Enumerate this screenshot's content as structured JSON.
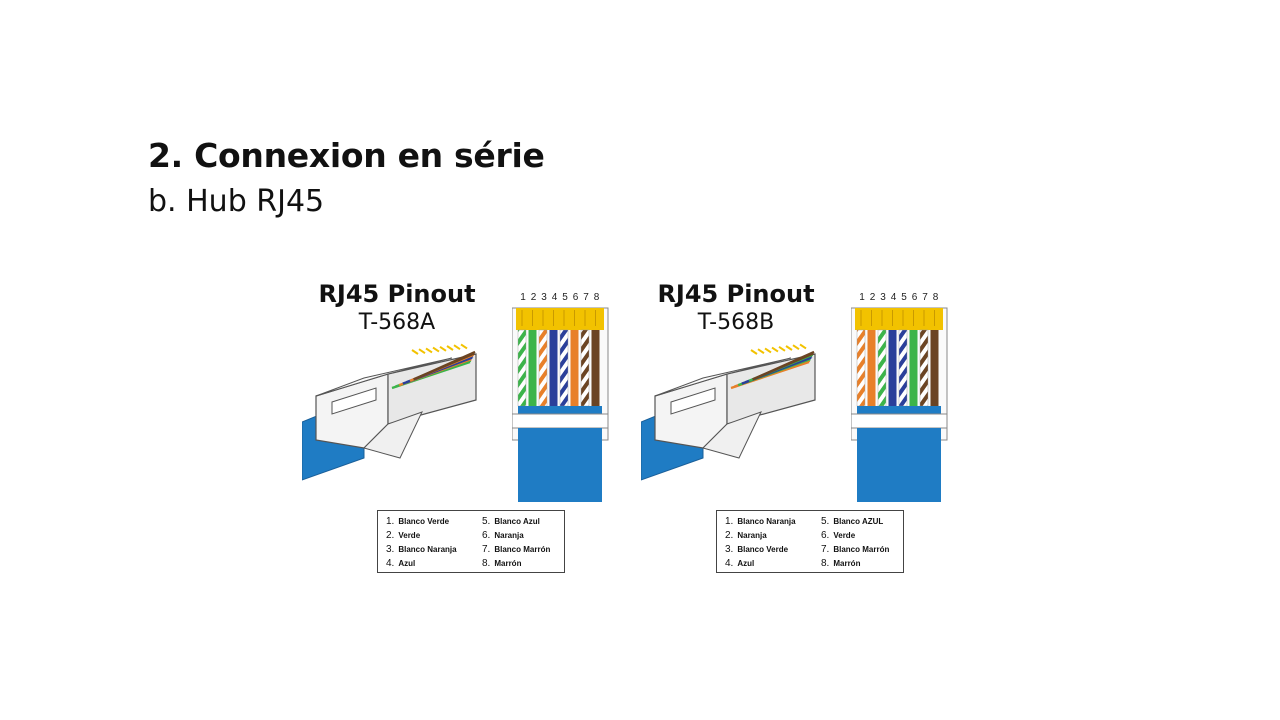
{
  "slide": {
    "title": "2. Connexion en série",
    "subtitle": "b. Hub RJ45"
  },
  "diagrams": [
    {
      "title": "RJ45 Pinout",
      "standard": "T-568A",
      "pin_numbers": [
        "1",
        "2",
        "3",
        "4",
        "5",
        "6",
        "7",
        "8"
      ],
      "wire_colors": [
        {
          "base": "#3cb44a",
          "striped": true
        },
        {
          "base": "#3cb44a",
          "striped": false
        },
        {
          "base": "#e8802a",
          "striped": true
        },
        {
          "base": "#2a3f9a",
          "striped": false
        },
        {
          "base": "#2a3f9a",
          "striped": true
        },
        {
          "base": "#e8802a",
          "striped": false
        },
        {
          "base": "#6b4423",
          "striped": true
        },
        {
          "base": "#6b4423",
          "striped": false
        }
      ],
      "legend": [
        {
          "num": "1.",
          "label": "Blanco Verde"
        },
        {
          "num": "2.",
          "label": "Verde"
        },
        {
          "num": "3.",
          "label": "Blanco Naranja"
        },
        {
          "num": "4.",
          "label": "Azul"
        },
        {
          "num": "5.",
          "label": "Blanco Azul"
        },
        {
          "num": "6.",
          "label": "Naranja"
        },
        {
          "num": "7.",
          "label": "Blanco Marrón"
        },
        {
          "num": "8.",
          "label": "Marrón"
        }
      ]
    },
    {
      "title": "RJ45 Pinout",
      "standard": "T-568B",
      "pin_numbers": [
        "1",
        "2",
        "3",
        "4",
        "5",
        "6",
        "7",
        "8"
      ],
      "wire_colors": [
        {
          "base": "#e8802a",
          "striped": true
        },
        {
          "base": "#e8802a",
          "striped": false
        },
        {
          "base": "#3cb44a",
          "striped": true
        },
        {
          "base": "#2a3f9a",
          "striped": false
        },
        {
          "base": "#2a3f9a",
          "striped": true
        },
        {
          "base": "#3cb44a",
          "striped": false
        },
        {
          "base": "#6b4423",
          "striped": true
        },
        {
          "base": "#6b4423",
          "striped": false
        }
      ],
      "legend": [
        {
          "num": "1.",
          "label": "Blanco Naranja"
        },
        {
          "num": "2.",
          "label": "Naranja"
        },
        {
          "num": "3.",
          "label": "Blanco Verde"
        },
        {
          "num": "4.",
          "label": "Azul"
        },
        {
          "num": "5.",
          "label": "Blanco AZUL"
        },
        {
          "num": "6.",
          "label": "Verde"
        },
        {
          "num": "7.",
          "label": "Blanco Marrón"
        },
        {
          "num": "8.",
          "label": "Marrón"
        }
      ]
    }
  ],
  "colors": {
    "cable_blue": "#1f7cc4",
    "pin_gold": "#f2c200",
    "outline": "#555555"
  }
}
